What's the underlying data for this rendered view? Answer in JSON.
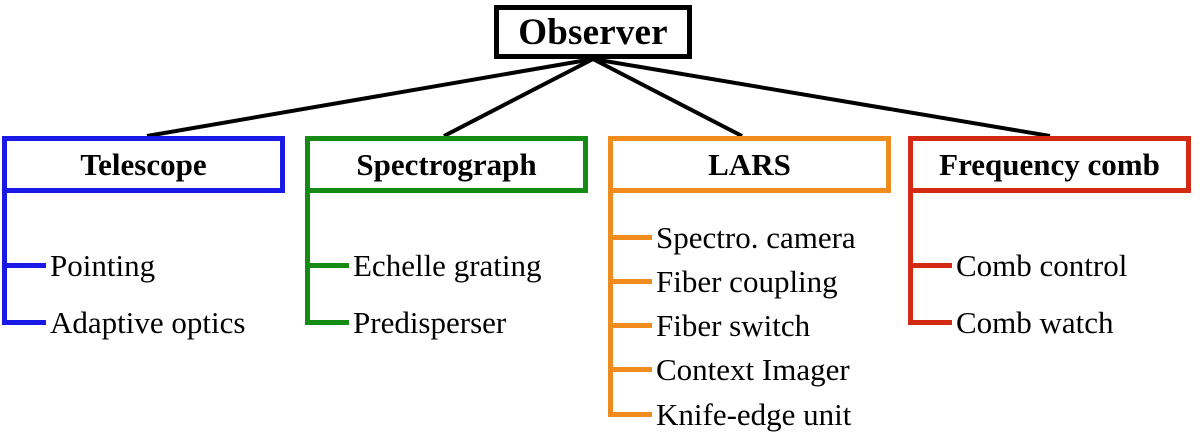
{
  "diagram": {
    "type": "tree-hierarchy",
    "root": {
      "label": "Observer"
    },
    "branches": [
      {
        "id": "telescope",
        "title": "Telescope",
        "color": "#1a1ae6",
        "children": [
          {
            "label": "Pointing"
          },
          {
            "label": "Adaptive optics"
          }
        ]
      },
      {
        "id": "spectrograph",
        "title": "Spectrograph",
        "color": "#158a15",
        "children": [
          {
            "label": "Echelle grating"
          },
          {
            "label": "Predisperser"
          }
        ]
      },
      {
        "id": "lars",
        "title": "LARS",
        "color": "#f08c1e",
        "children": [
          {
            "label": "Spectro. camera"
          },
          {
            "label": "Fiber coupling"
          },
          {
            "label": "Fiber switch"
          },
          {
            "label": "Context Imager"
          },
          {
            "label": "Knife-edge unit"
          }
        ]
      },
      {
        "id": "frequency-comb",
        "title": "Frequency comb",
        "color": "#d42a14",
        "children": [
          {
            "label": "Comb control"
          },
          {
            "label": "Comb watch"
          }
        ]
      }
    ],
    "connector_color": "#000000"
  }
}
